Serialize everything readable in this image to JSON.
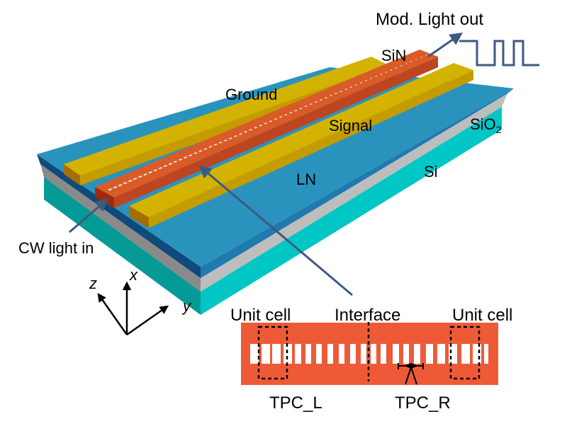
{
  "figure": {
    "title": "Thin-film lithium niobate electro-optic modulator with SiN topological photonic crystal waveguide",
    "labels": {
      "mod_light_out": "Mod. Light out",
      "sin": "SiN",
      "ground": "Ground",
      "signal": "Signal",
      "sio2_main": "SiO",
      "sio2_sub": "2",
      "ln": "LN",
      "si": "Si",
      "cw_light_in": "CW light in"
    },
    "axes": {
      "x": "x",
      "y": "y",
      "z": "z"
    },
    "inset": {
      "unit_cell_left": "Unit cell",
      "interface": "Interface",
      "unit_cell_right": "Unit cell",
      "tpc_left": "TPC_L",
      "tpc_right": "TPC_R"
    },
    "colors": {
      "ln_top": "#2a93bd",
      "ln_side_dark": "#0e4a7a",
      "ln_side_front": "#1f7aaf",
      "sio2_left": "#8a8a8a",
      "sio2_right": "#bdbdbd",
      "si_left": "#069a97",
      "si_right": "#00c6c6",
      "gold_top": "#d4b300",
      "gold_side": "#c59c00",
      "gold_end": "#a56f00",
      "sin_top": "#d95b28",
      "sin_side": "#bd4520",
      "sin_end": "#a02a10",
      "inset_fill": "#ee5a38",
      "arrow": "#3d5a80",
      "hole": "#e8e8e8"
    }
  }
}
